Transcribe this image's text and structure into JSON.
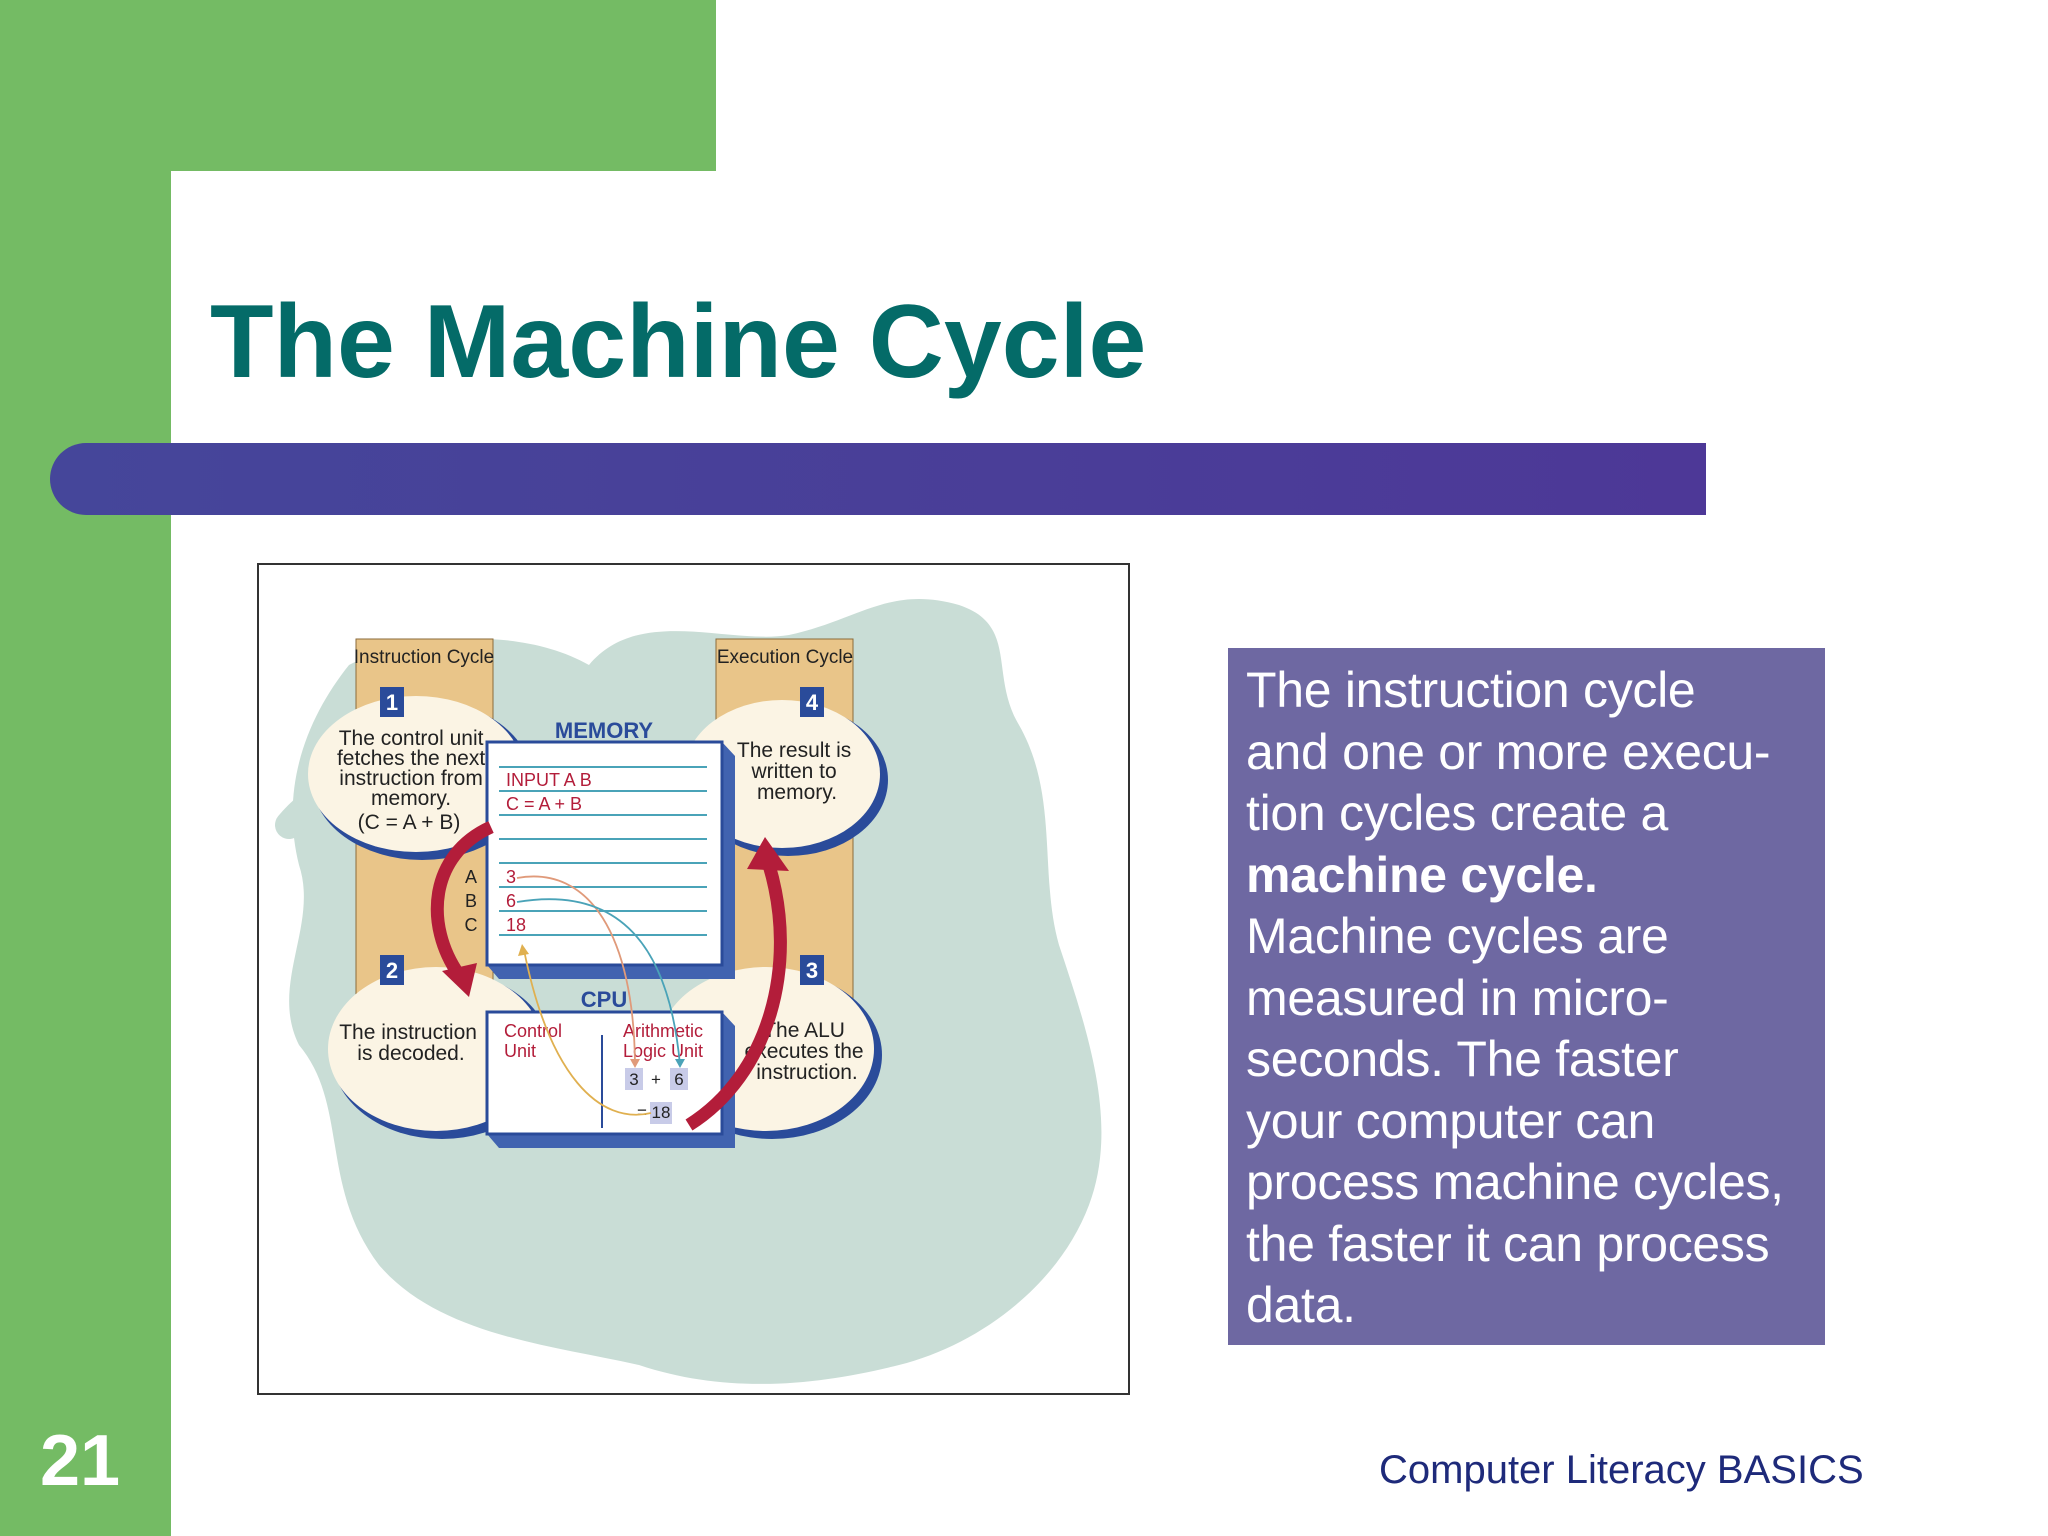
{
  "slide": {
    "title": "The Machine Cycle",
    "page_number": "21",
    "footer": "Computer Literacy BASICS"
  },
  "textbox": {
    "lines": [
      "The instruction cycle",
      "and one or more execu-",
      "tion cycles create a",
      "machine cycle.",
      "Machine cycles are",
      "measured in micro-",
      "seconds. The faster",
      "your computer can",
      "process machine cycles,",
      "the faster it can process",
      "data."
    ]
  },
  "diagram": {
    "instruction_cycle_label": "Instruction Cycle",
    "execution_cycle_label": "Execution Cycle",
    "step1": {
      "num": "1",
      "lines": [
        "The control unit",
        "fetches the next",
        "instruction from",
        "memory.",
        "(C = A + B)"
      ]
    },
    "step2": {
      "num": "2",
      "lines": [
        "The instruction",
        "is decoded."
      ]
    },
    "step3": {
      "num": "3",
      "lines": [
        "The ALU",
        "executes the",
        "instruction."
      ]
    },
    "step4": {
      "num": "4",
      "lines": [
        "The result is",
        "written to",
        "memory."
      ]
    },
    "memory": {
      "label": "MEMORY",
      "instructions": [
        "INPUT A B",
        "C = A + B"
      ],
      "addresses": [
        "A",
        "B",
        "C"
      ],
      "values": [
        "3",
        "6",
        "18"
      ]
    },
    "cpu": {
      "label": "CPU",
      "control_unit": [
        "Control",
        "Unit"
      ],
      "alu": [
        "Arithmetic",
        "Logic Unit"
      ],
      "operand_a": "3",
      "operator": "+",
      "operand_b": "6",
      "equals": "=",
      "result": "18"
    },
    "colors": {
      "blue": "#2a4b9a",
      "red": "#b31d3a",
      "tan": "#e9c589",
      "ellipse": "#fbf4e4",
      "blob": "#c9ddd6"
    }
  }
}
